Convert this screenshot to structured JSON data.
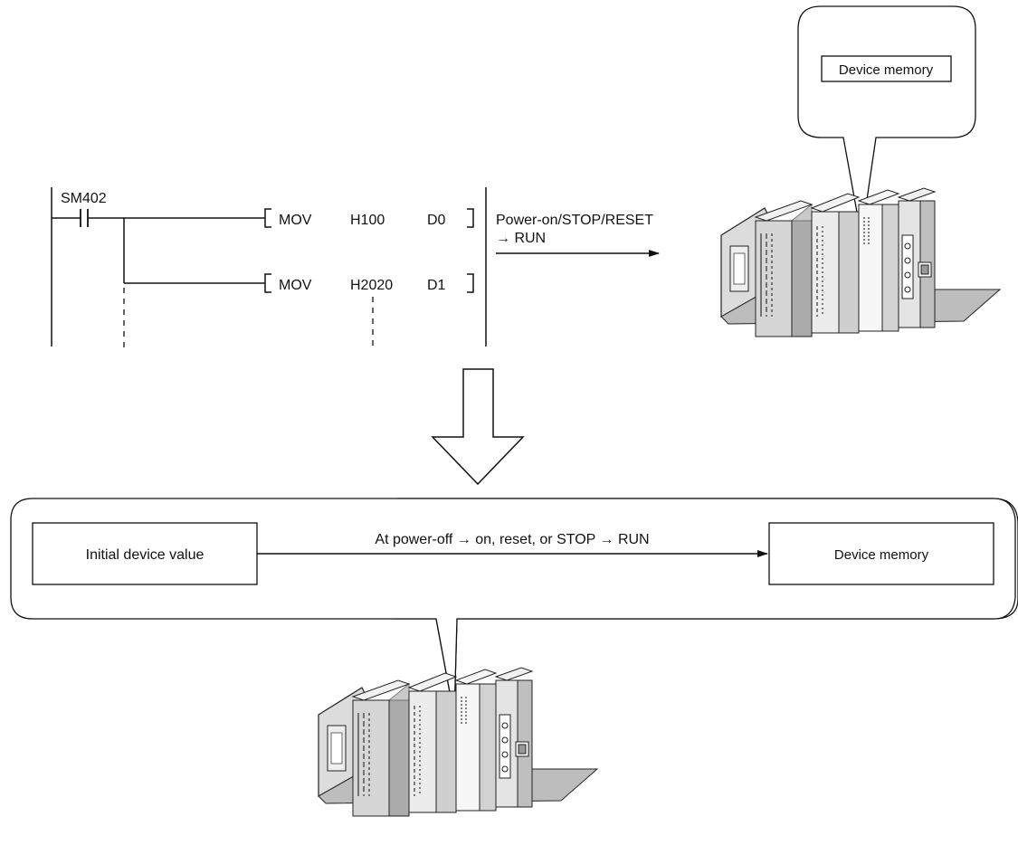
{
  "ladder": {
    "contact_label": "SM402",
    "rows": [
      {
        "instruction": "MOV",
        "source": "H100",
        "dest": "D0"
      },
      {
        "instruction": "MOV",
        "source": "H2020",
        "dest": "D1"
      }
    ],
    "trigger_line1": "Power-on/STOP/RESET",
    "trigger_line2": "→ RUN"
  },
  "callout_top": {
    "label": "Device memory"
  },
  "bottom_panel": {
    "source_label": "Initial device value",
    "flow_label": "At power-off → on,  reset, or STOP → RUN",
    "target_label": "Device memory"
  },
  "icons": [
    "plc-unit-icon",
    "down-arrow-icon"
  ]
}
